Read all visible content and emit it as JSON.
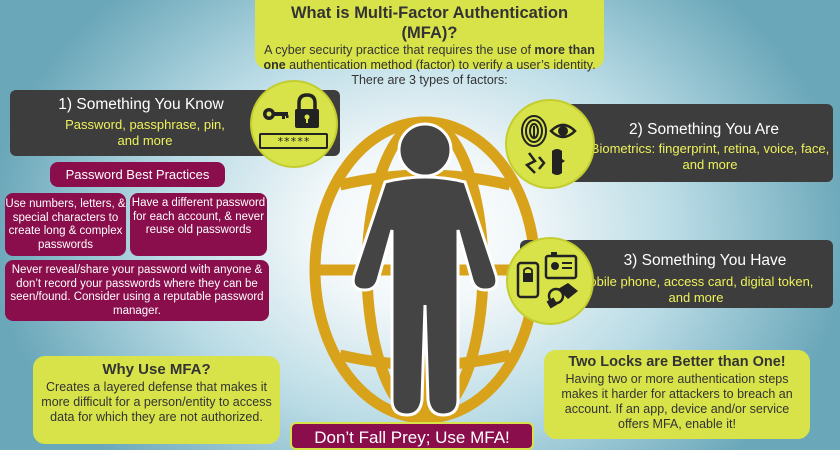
{
  "header": {
    "title": "What is Multi-Factor Authentication (MFA)?",
    "desc_1": "A cyber security practice that requires the use of ",
    "desc_bold": "more than one",
    "desc_2": " authentication method (factor) to verify a user’s identity. There are 3 types of factors:"
  },
  "factors": {
    "know": {
      "title": "1) Something You Know",
      "desc": "Password, passphrase, pin, and more",
      "icon_text": "*****"
    },
    "are": {
      "title": "2) Something You Are",
      "desc": "Biometrics:  fingerprint, retina, voice, face, and more"
    },
    "have": {
      "title": "3) Something You Have",
      "desc": "Mobile phone, access card, digital token, and more"
    }
  },
  "password_practices": {
    "title": "Password Best Practices",
    "tip_a": "Use numbers, letters, & special characters to create long & complex passwords",
    "tip_b": "Have a different password for each account, & never reuse old passwords",
    "tip_c": "Never reveal/share your password with anyone & don’t record your passwords where they can be seen/found. Consider using a reputable password manager."
  },
  "why": {
    "title": "Why Use MFA?",
    "desc": "Creates a layered defense that makes it more difficult for a person/entity to access data for which they are not authorized."
  },
  "locks": {
    "title": "Two Locks are Better than One!",
    "desc": "Having two or more authentication steps makes it harder for attackers to breach an account. If an app, device and/or service offers MFA, enable it!"
  },
  "slogan": "Don’t Fall Prey; Use MFA!",
  "colors": {
    "lime": "#d8e34a",
    "dark": "#3d3d3d",
    "maroon": "#8a0e4c",
    "globe": "#d9a21b",
    "figure": "#444444",
    "highlight_text": "#eef25a"
  }
}
